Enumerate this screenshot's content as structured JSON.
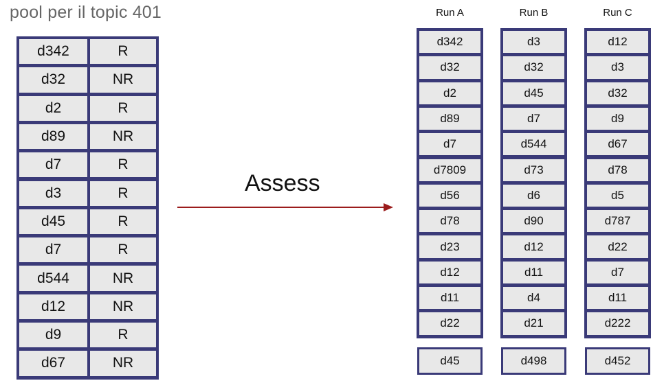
{
  "title": "pool per il topic 401",
  "pool": [
    {
      "doc": "d342",
      "judgment": "R"
    },
    {
      "doc": "d32",
      "judgment": "NR"
    },
    {
      "doc": "d2",
      "judgment": "R"
    },
    {
      "doc": "d89",
      "judgment": "NR"
    },
    {
      "doc": "d7",
      "judgment": "R"
    },
    {
      "doc": "d3",
      "judgment": "R"
    },
    {
      "doc": "d45",
      "judgment": "R"
    },
    {
      "doc": "d7",
      "judgment": "R"
    },
    {
      "doc": "d544",
      "judgment": "NR"
    },
    {
      "doc": "d12",
      "judgment": "NR"
    },
    {
      "doc": "d9",
      "judgment": "R"
    },
    {
      "doc": "d67",
      "judgment": "NR"
    }
  ],
  "assess_label": "Assess",
  "arrow_color": "#9b1c1c",
  "runs": [
    {
      "name": "Run A",
      "docs": [
        "d342",
        "d32",
        "d2",
        "d89",
        "d7",
        "d7809",
        "d56",
        "d78",
        "d23",
        "d12",
        "d11",
        "d22"
      ],
      "extra": "d45"
    },
    {
      "name": "Run B",
      "docs": [
        "d3",
        "d32",
        "d45",
        "d7",
        "d544",
        "d73",
        "d6",
        "d90",
        "d12",
        "d11",
        "d4",
        "d21"
      ],
      "extra": "d498"
    },
    {
      "name": "Run C",
      "docs": [
        "d12",
        "d3",
        "d32",
        "d9",
        "d67",
        "d78",
        "d5",
        "d787",
        "d22",
        "d7",
        "d11",
        "d222"
      ],
      "extra": "d452"
    }
  ]
}
